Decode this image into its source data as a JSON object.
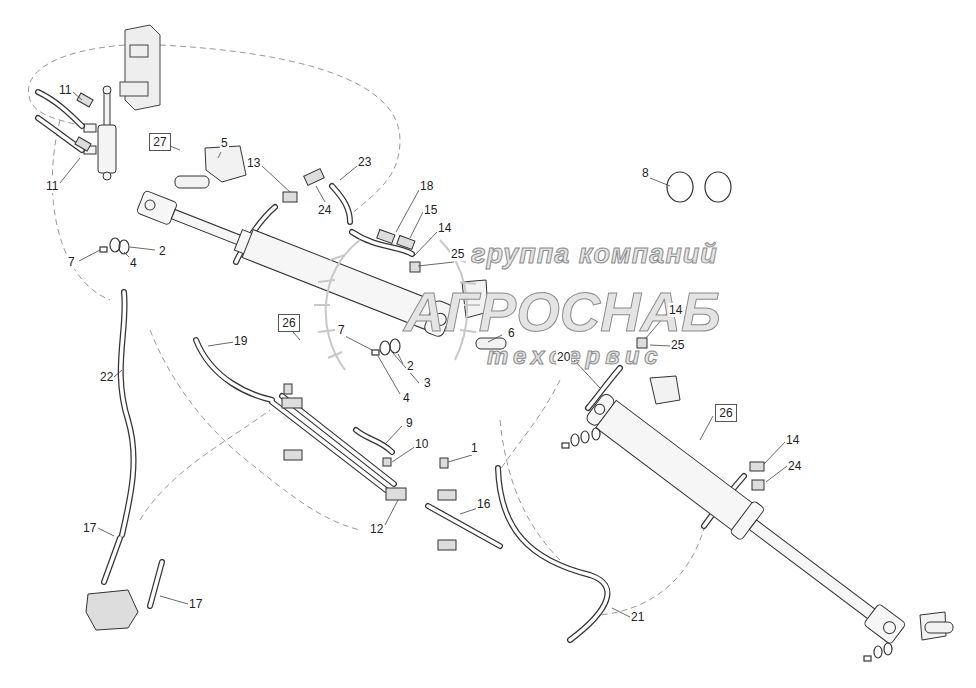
{
  "diagram": {
    "nodes": [
      {
        "text": [
          "27"
        ]
      },
      {
        "text": [
          "26"
        ]
      },
      {
        "text": [
          "26"
        ]
      }
    ],
    "labels": [
      "11",
      "23",
      "13",
      "5",
      "8",
      "18",
      "11",
      "24",
      "15",
      "14",
      "2",
      "группа компаний",
      "25",
      "7",
      "4",
      "АГРОСНАБ",
      "14",
      "7",
      "6",
      "19",
      "25",
      "техсервис",
      "20",
      "2",
      "22",
      "3",
      "4",
      "9",
      "14",
      "10",
      "1",
      "24",
      "16",
      "17",
      "12",
      "17",
      "21"
    ]
  }
}
